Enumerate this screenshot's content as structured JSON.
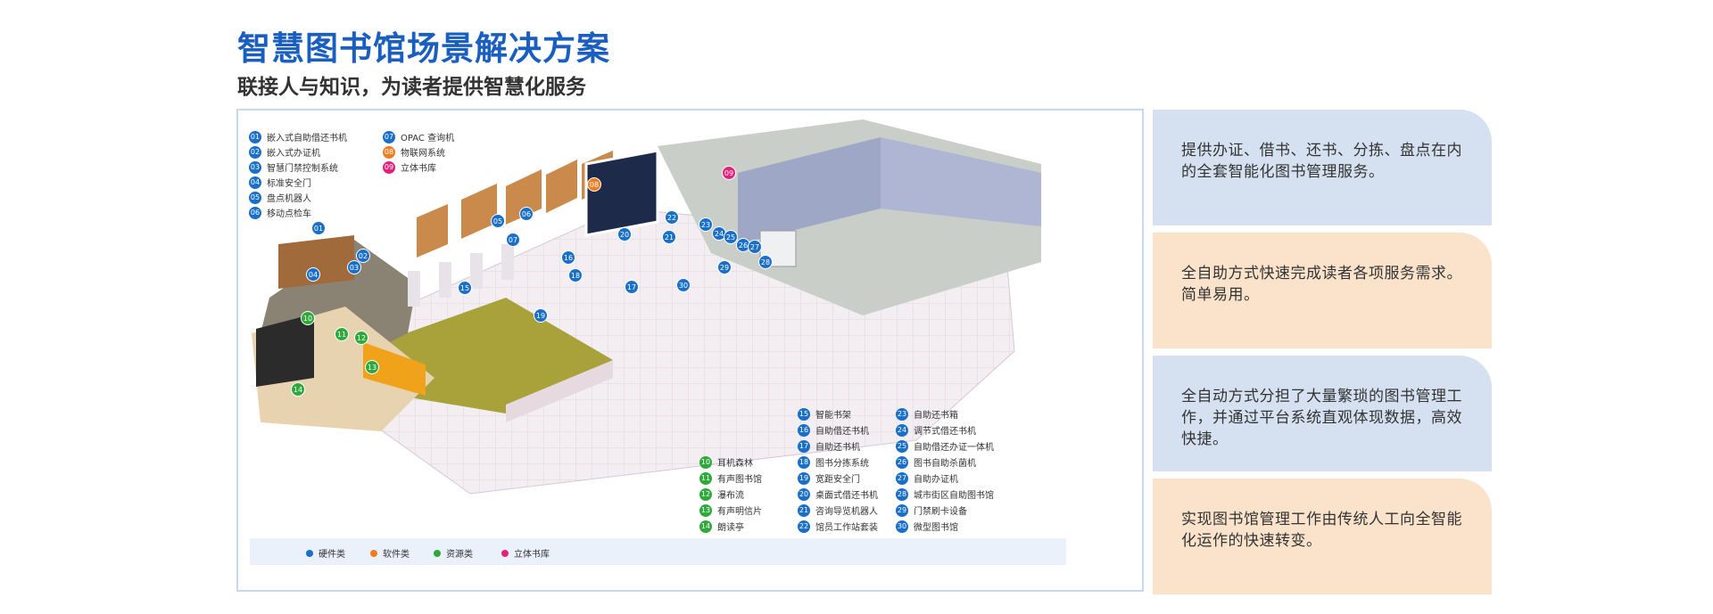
{
  "header": {
    "title": "智慧图书馆场景解决方案",
    "subtitle": "联接人与知识，为读者提供智慧化服务"
  },
  "colors": {
    "hardware": "#1a6fc7",
    "software": "#ef7d22",
    "resource": "#2fa83c",
    "stack": "#e2237a",
    "title": "#1a5fc0"
  },
  "legend_top": [
    {
      "num": "01",
      "label": "嵌入式自助借还书机",
      "color": "blue"
    },
    {
      "num": "02",
      "label": "嵌入式办证机",
      "color": "blue"
    },
    {
      "num": "03",
      "label": "智慧门禁控制系统",
      "color": "blue"
    },
    {
      "num": "04",
      "label": "标准安全门",
      "color": "blue"
    },
    {
      "num": "05",
      "label": "盘点机器人",
      "color": "blue"
    },
    {
      "num": "06",
      "label": "移动点检车",
      "color": "blue"
    },
    {
      "num": "07",
      "label": "OPAC 查询机",
      "color": "blue"
    },
    {
      "num": "08",
      "label": "物联网系统",
      "color": "orange"
    },
    {
      "num": "09",
      "label": "立体书库",
      "color": "pink"
    }
  ],
  "legend_green": [
    {
      "num": "10",
      "label": "耳机森林"
    },
    {
      "num": "11",
      "label": "有声图书馆"
    },
    {
      "num": "12",
      "label": "瀑布流"
    },
    {
      "num": "13",
      "label": "有声明信片"
    },
    {
      "num": "14",
      "label": "朗读亭"
    }
  ],
  "legend_mid": [
    {
      "num": "15",
      "label": "智能书架"
    },
    {
      "num": "16",
      "label": "自助借还书机"
    },
    {
      "num": "17",
      "label": "自助还书机"
    },
    {
      "num": "18",
      "label": "图书分拣系统"
    },
    {
      "num": "19",
      "label": "宽距安全门"
    },
    {
      "num": "20",
      "label": "桌面式借还书机"
    },
    {
      "num": "21",
      "label": "咨询导览机器人"
    },
    {
      "num": "22",
      "label": "馆员工作站套装"
    }
  ],
  "legend_right": [
    {
      "num": "23",
      "label": "自助还书箱"
    },
    {
      "num": "24",
      "label": "调节式借还书机"
    },
    {
      "num": "25",
      "label": "自助借还办证一体机"
    },
    {
      "num": "26",
      "label": "图书自助杀菌机"
    },
    {
      "num": "27",
      "label": "自助办证机"
    },
    {
      "num": "28",
      "label": "城市街区自助图书馆"
    },
    {
      "num": "29",
      "label": "门禁刷卡设备"
    },
    {
      "num": "30",
      "label": "微型图书馆"
    }
  ],
  "categories": [
    {
      "label": "硬件类",
      "color": "blue"
    },
    {
      "label": "软件类",
      "color": "orange"
    },
    {
      "label": "资源类",
      "color": "green"
    },
    {
      "label": "立体书库",
      "color": "pink"
    }
  ],
  "markers": [
    "01",
    "02",
    "03",
    "04",
    "05",
    "06",
    "07",
    "08",
    "09",
    "10",
    "11",
    "12",
    "13",
    "14",
    "15",
    "16",
    "17",
    "18",
    "19",
    "20",
    "21",
    "22",
    "23",
    "24",
    "25",
    "26",
    "27",
    "28",
    "29",
    "30"
  ],
  "cards": [
    {
      "text": "提供办证、借书、还书、分拣、盘点在内的全套智能化图书管理服务。"
    },
    {
      "text": "全自助方式快速完成读者各项服务需求。简单易用。"
    },
    {
      "text": "全自动方式分担了大量繁琐的图书管理工作，并通过平台系统直观体现数据，高效快捷。"
    },
    {
      "text": "实现图书馆管理工作由传统人工向全智能化运作的快速转变。"
    }
  ]
}
